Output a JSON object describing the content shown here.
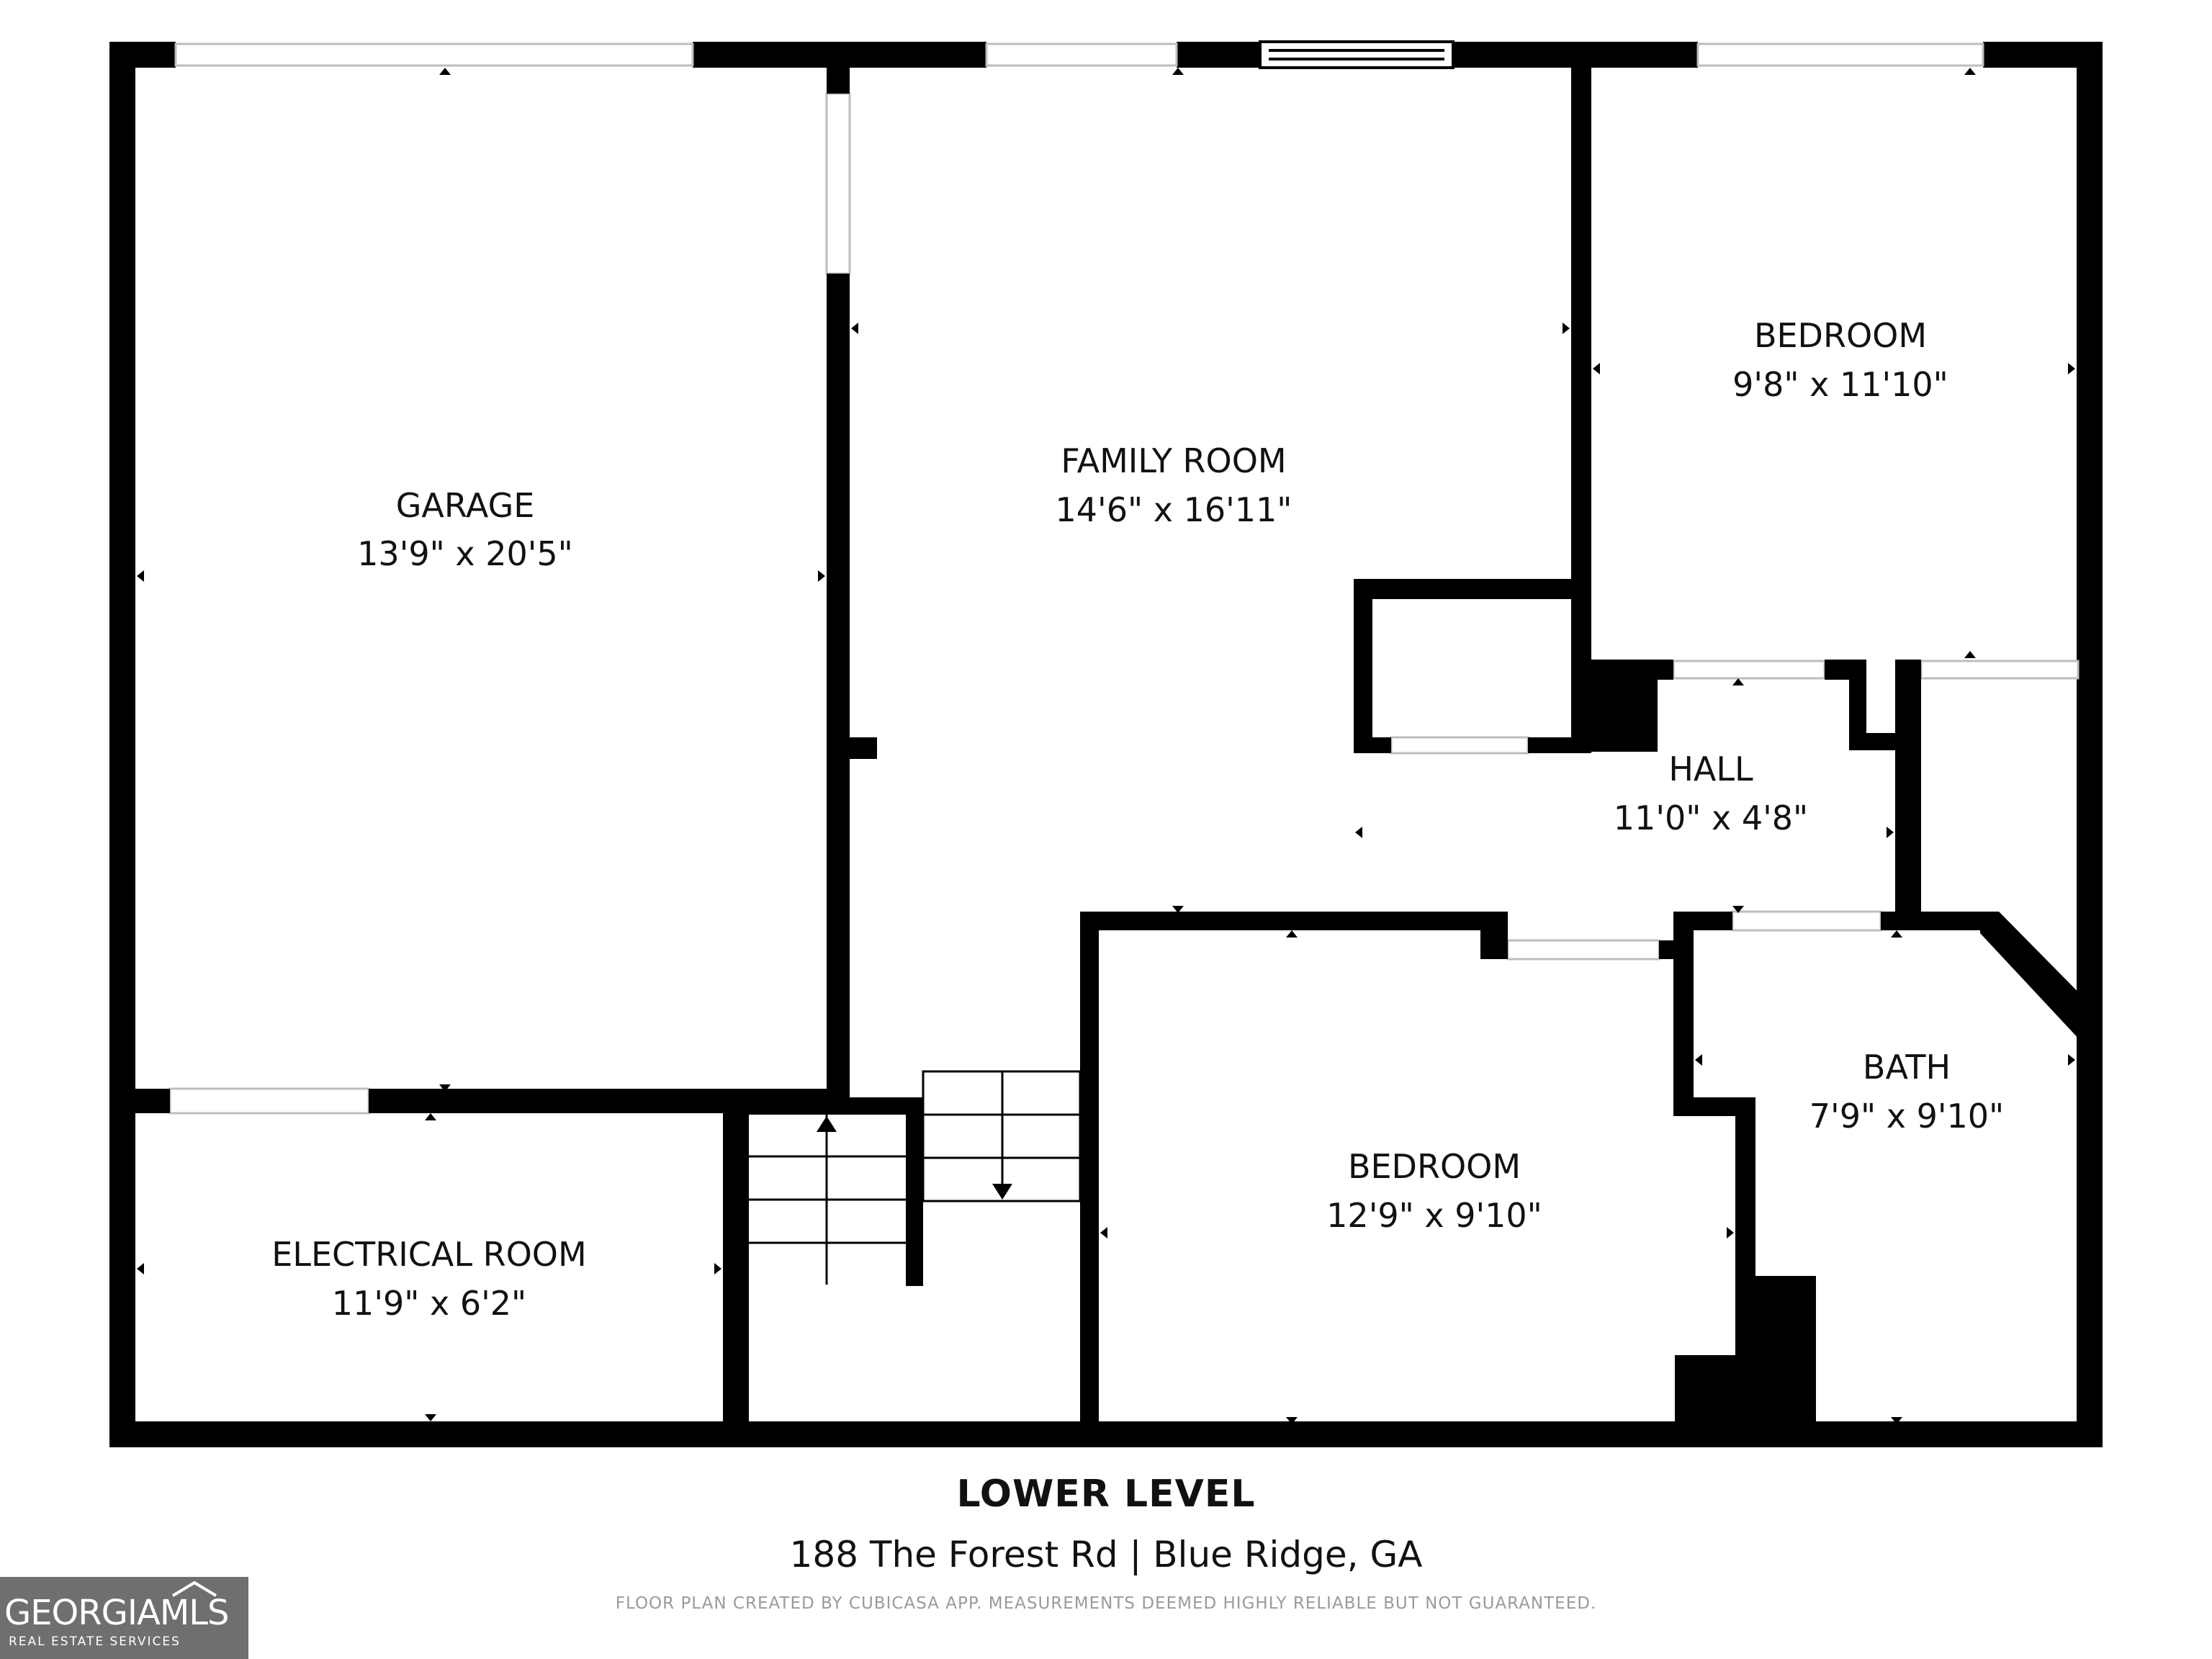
{
  "rooms": {
    "garage": {
      "name": "GARAGE",
      "dims": "13'9\" x 20'5\""
    },
    "family_room": {
      "name": "FAMILY ROOM",
      "dims": "14'6\" x 16'11\""
    },
    "bedroom_1": {
      "name": "BEDROOM",
      "dims": "9'8\" x 11'10\""
    },
    "hall": {
      "name": "HALL",
      "dims": "11'0\" x 4'8\""
    },
    "bath": {
      "name": "BATH",
      "dims": "7'9\" x 9'10\""
    },
    "bedroom_2": {
      "name": "BEDROOM",
      "dims": "12'9\" x 9'10\""
    },
    "electrical_room": {
      "name": "ELECTRICAL ROOM",
      "dims": "11'9\" x 6'2\""
    }
  },
  "footer": {
    "level": "LOWER LEVEL",
    "address": "188 The Forest Rd | Blue Ridge, GA",
    "disclaimer": "FLOOR PLAN CREATED BY CUBICASA APP. MEASUREMENTS DEEMED HIGHLY RELIABLE BUT NOT GUARANTEED."
  },
  "logo": {
    "main_text": "GEORGIAMLS",
    "sub_text": "REAL ESTATE SERVICES",
    "background": "#6f6f6f"
  },
  "colors": {
    "wall": "#000000",
    "background": "#ffffff"
  }
}
